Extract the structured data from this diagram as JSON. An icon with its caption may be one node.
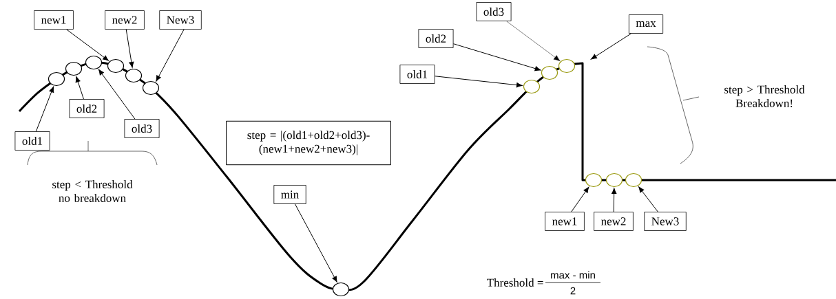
{
  "diagram": {
    "nodes": [
      {
        "text": [
          "new1"
        ]
      },
      {
        "text": [
          "new2"
        ]
      },
      {
        "text": [
          "New3"
        ]
      },
      {
        "text": [],
        "shape": "circle"
      },
      {
        "text": [],
        "shape": "circle"
      },
      {
        "text": [],
        "shape": "circle"
      },
      {
        "text": [],
        "shape": "circle"
      },
      {
        "text": [],
        "shape": "circle"
      },
      {
        "text": [],
        "shape": "circle"
      },
      {
        "text": [
          "old1"
        ]
      },
      {
        "text": [
          "old2"
        ]
      },
      {
        "text": [
          "old3"
        ]
      },
      {
        "text": [
          "step = |(old1+old2+old3)- (new1+new2+new3)|"
        ]
      },
      {
        "text": [
          "old3"
        ]
      },
      {
        "text": [
          "old2"
        ]
      },
      {
        "text": [
          "max"
        ]
      },
      {
        "text": [
          "old1"
        ]
      },
      {
        "text": [],
        "shape": "circle"
      },
      {
        "text": [],
        "shape": "circle"
      },
      {
        "text": [],
        "shape": "circle"
      },
      {
        "text": [],
        "shape": "circle"
      },
      {
        "text": [],
        "shape": "circle"
      },
      {
        "text": [],
        "shape": "circle"
      },
      {
        "text": [
          "min"
        ]
      },
      {
        "text": [],
        "shape": "circle"
      },
      {
        "text": [
          "new1"
        ]
      },
      {
        "text": [
          "new2"
        ]
      },
      {
        "text": [
          "New3"
        ]
      }
    ],
    "edges": [
      {
        "from": 0,
        "to": 6,
        "arrow": "to"
      },
      {
        "from": 1,
        "to": 7,
        "arrow": "to"
      },
      {
        "from": 2,
        "to": 8,
        "arrow": "to"
      },
      {
        "from": 9,
        "to": 3,
        "arrow": "to"
      },
      {
        "from": 10,
        "to": 4,
        "arrow": "to"
      },
      {
        "from": 11,
        "to": 5,
        "arrow": "to"
      },
      {
        "from": 13,
        "to": 19,
        "arrow": "to"
      },
      {
        "from": 14,
        "to": 18,
        "arrow": "to"
      },
      {
        "from": 16,
        "to": 17,
        "arrow": "to"
      },
      {
        "from": 15,
        "to": null,
        "arrow": "to"
      },
      {
        "from": 23,
        "to": 24,
        "arrow": "to"
      },
      {
        "from": 25,
        "to": 20,
        "arrow": "to"
      },
      {
        "from": 26,
        "to": 21,
        "arrow": "to"
      },
      {
        "from": 27,
        "to": 22,
        "arrow": "to"
      }
    ],
    "labels": [
      "step < Threshold no breakdown",
      "step > Threshold Breakdown!",
      "Threshold =",
      "max - min",
      "2"
    ]
  }
}
